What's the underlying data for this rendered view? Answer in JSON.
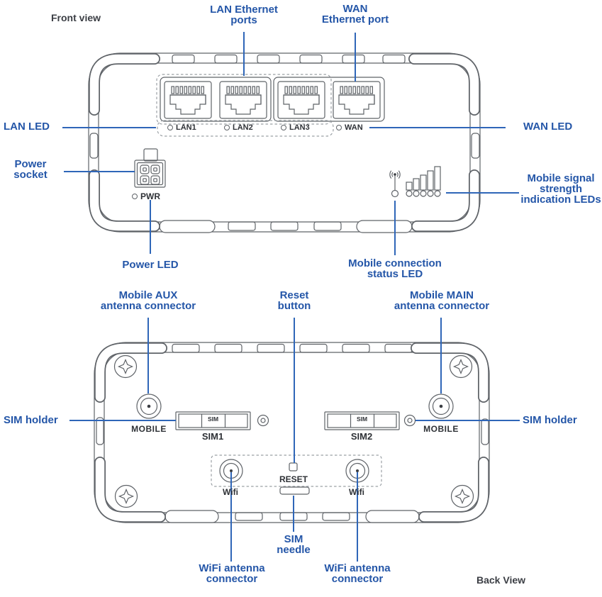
{
  "front_view": {
    "title": "Front view",
    "callouts": {
      "lan_ports": "LAN Ethernet\nports",
      "wan_port": "WAN\nEthernet port",
      "lan_led": "LAN LED",
      "wan_led": "WAN LED",
      "power_socket": "Power\nsocket",
      "power_led": "Power LED",
      "mobile_status_led": "Mobile connection\nstatus LED",
      "signal_leds": "Mobile signal\nstrength\nindication LEDs"
    },
    "device_labels": {
      "lan1": "LAN1",
      "lan2": "LAN2",
      "lan3": "LAN3",
      "wan": "WAN",
      "pwr": "PWR"
    }
  },
  "back_view": {
    "title": "Back View",
    "callouts": {
      "aux_antenna": "Mobile AUX\nantenna connector",
      "reset_button": "Reset\nbutton",
      "main_antenna": "Mobile MAIN\nantenna connector",
      "sim_holder_left": "SIM holder",
      "sim_holder_right": "SIM holder",
      "sim_needle": "SIM\nneedle",
      "wifi_left": "WiFi antenna\nconnector",
      "wifi_right": "WiFi antenna\nconnector"
    },
    "device_labels": {
      "mobile_left": "MOBILE",
      "mobile_right": "MOBILE",
      "sim1": "SIM1",
      "sim2": "SIM2",
      "sim_tray_left": "SIM",
      "sim_tray_right": "SIM",
      "reset": "RESET",
      "wifi_left": "Wifi",
      "wifi_right": "Wifi"
    }
  },
  "colors": {
    "callout_blue": "#2456a8",
    "leader_blue": "#2f66b8",
    "line_gray": "#5f6368",
    "label_dark": "#2e3136"
  }
}
